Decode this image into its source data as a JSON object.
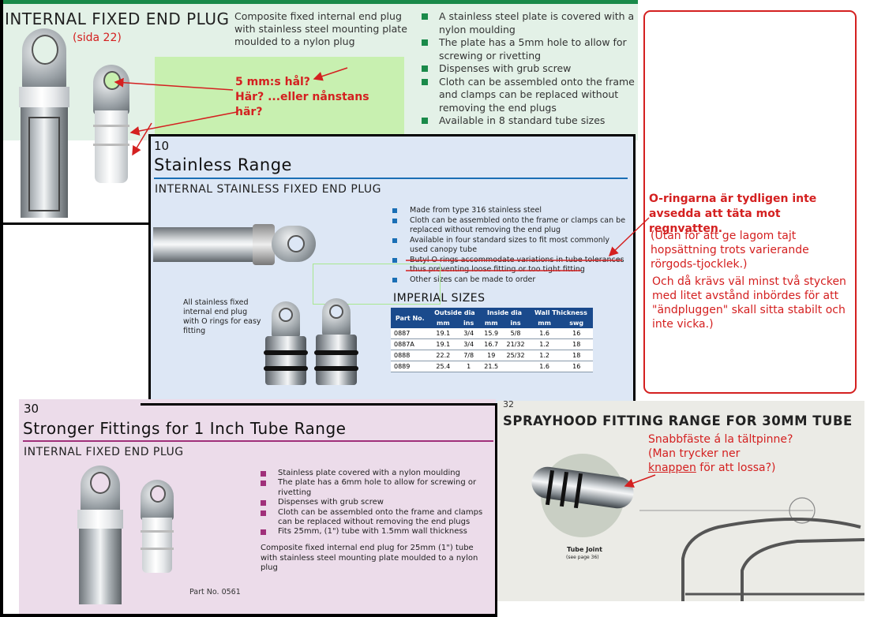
{
  "panel_top": {
    "title": "INTERNAL FIXED END PLUG",
    "sida": "(sida 22)",
    "description": "Composite fixed internal end plug with stainless steel mounting plate moulded to a nylon plug",
    "bullets": [
      "A stainless steel plate is covered with a nylon moulding",
      "The plate has a 5mm hole to allow for screwing or rivetting",
      "Dispenses with grub screw",
      "Cloth can be assembled onto the frame and clamps can be replaced without removing the end plugs",
      "Available in 8 standard tube sizes"
    ],
    "annotation_line1": "5 mm:s hål?",
    "annotation_line2": "Här? ...eller nånstans",
    "annotation_line3": "här?"
  },
  "panel_stainless": {
    "number": "10",
    "heading": "Stainless Range",
    "subheading": "INTERNAL STAINLESS FIXED END PLUG",
    "bullets": [
      "Made from type 316 stainless steel",
      "Cloth can be assembled onto the frame or clamps can be replaced  without removing the end plug",
      "Available in four standard sizes to fit most commonly used canopy tube",
      "Butyl O rings accommodate variations in tube tolerances thus preventing loose fitting or too tight fitting",
      "Other sizes can be made to order"
    ],
    "caption": "All stainless fixed internal end plug with O rings for easy fitting",
    "table_title": "IMPERIAL SIZES",
    "table_head_partno": "Part No.",
    "table_head_groups": [
      "Outside dia",
      "Inside dia",
      "Wall Thickness"
    ],
    "table_head_units": [
      "mm",
      "ins",
      "mm",
      "ins",
      "mm",
      "swg"
    ],
    "table_rows": [
      [
        "0887",
        "19.1",
        "3/4",
        "15.9",
        "5/8",
        "1.6",
        "16"
      ],
      [
        "0887A",
        "19.1",
        "3/4",
        "16.7",
        "21/32",
        "1.2",
        "18"
      ],
      [
        "0888",
        "22.2",
        "7/8",
        "19",
        "25/32",
        "1.2",
        "18"
      ],
      [
        "0889",
        "25.4",
        "1",
        "21.5",
        "",
        "1.6",
        "16"
      ]
    ]
  },
  "note_box": {
    "heading": "O-ringarna är tydligen inte avsedda att täta mot regnvatten.",
    "para1": "(Utan för att ge lagom tajt hopsättning trots varierande rörgods-tjocklek.)",
    "para2": "Och då krävs väl minst två stycken med litet avstånd inbördes för att \"ändpluggen\" skall sitta stabilt och inte vicka.)"
  },
  "panel_stronger": {
    "number": "30",
    "heading": "Stronger Fittings for 1 Inch Tube Range",
    "subheading": "INTERNAL FIXED END PLUG",
    "bullets": [
      "Stainless plate covered with a nylon moulding",
      "The plate has a 6mm hole to allow for screwing or rivetting",
      "Dispenses with grub screw",
      "Cloth can be assembled onto the frame and clamps can be replaced without removing the end plugs",
      "Fits 25mm, (1\") tube with 1.5mm wall thickness"
    ],
    "description": "Composite fixed internal end plug for 25mm (1\") tube with stainless steel mounting plate moulded to a nylon plug",
    "part_no": "Part No. 0561"
  },
  "panel_sprayhood": {
    "number": "32",
    "heading": "SPRAYHOOD FITTING RANGE FOR 30MM TUBE",
    "annotation_line1": "Snabbfäste á la tältpinne?",
    "annotation_line2": "(Man trycker ner",
    "annotation_link": "knappen",
    "annotation_line3_rest": " för att lossa?)",
    "tube_joint_label": "Tube Joint",
    "tube_joint_sub": "(see page 36)"
  },
  "colors": {
    "mint_bg": "#e3f1e7",
    "blue_bg": "#dde7f5",
    "pink_bg": "#ecdcea",
    "gray_bg": "#ebebe6",
    "green_bullet": "#1a8a4a",
    "blue_bullet": "#1a6fb5",
    "purple_bullet": "#a0307a",
    "red_annotation": "#d42020",
    "table_header": "#1a4a8c"
  }
}
